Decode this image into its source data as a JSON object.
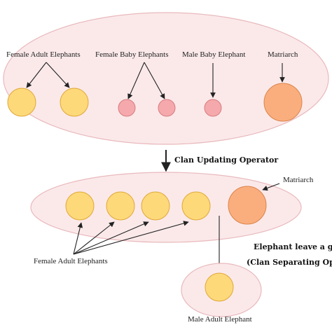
{
  "labels": {
    "female_adult_top": "Female Adult Elephants",
    "female_baby": "Female Baby Elephants",
    "male_baby": "Male Baby Elephant",
    "matriarch_top": "Matriarch",
    "operator_updating": "Clan Updating Operator",
    "matriarch_bottom": "Matriarch",
    "leave_line1": "Elephant leave a grou",
    "leave_line2": "(Clan Separating Oper",
    "female_adult_bottom": "Female Adult Elephants",
    "male_adult": "Male Adult Elephant"
  },
  "colors": {
    "clan_fill": "#fbe9ea",
    "clan_stroke": "#e9b9bc",
    "adult_fill": "#fdd97a",
    "adult_stroke": "#e0a838",
    "baby_fill": "#f5a9ac",
    "baby_stroke": "#d77c80",
    "matriarch_fill": "#fbae7d",
    "matriarch_stroke": "#d9844c",
    "arrow": "#222222"
  }
}
